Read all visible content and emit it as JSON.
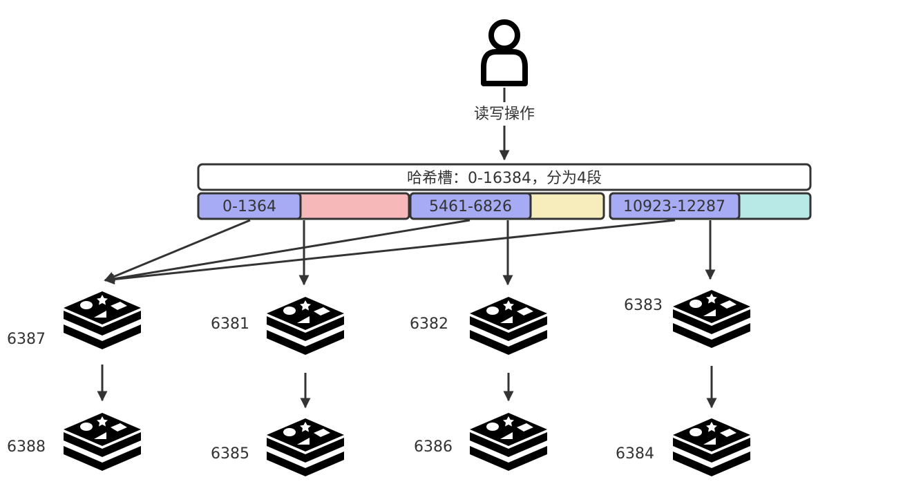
{
  "user": {
    "label": "读写操作",
    "icon": "user-icon"
  },
  "hash_slot_bar": {
    "title": "哈希槽：0-16384，分为4段",
    "segments": [
      {
        "label": "0-1364",
        "label_color": "#a6abf3",
        "fill_color": "#f6b8b8"
      },
      {
        "label": "5461-6826",
        "label_color": "#a6abf3",
        "fill_color": "#f7ecbc"
      },
      {
        "label": "10923-12287",
        "label_color": "#a6abf3",
        "fill_color": "#b8e9e6"
      }
    ]
  },
  "nodes": {
    "icon": "redis-icon",
    "masters": [
      {
        "port": "6387"
      },
      {
        "port": "6381"
      },
      {
        "port": "6382"
      },
      {
        "port": "6383"
      }
    ],
    "replicas": [
      {
        "port": "6388"
      },
      {
        "port": "6385"
      },
      {
        "port": "6386"
      },
      {
        "port": "6384"
      }
    ]
  },
  "colors": {
    "stroke": "#333333",
    "arrow": "#333333",
    "icon": "#000000",
    "title_bar_fill": "#ffffff"
  }
}
